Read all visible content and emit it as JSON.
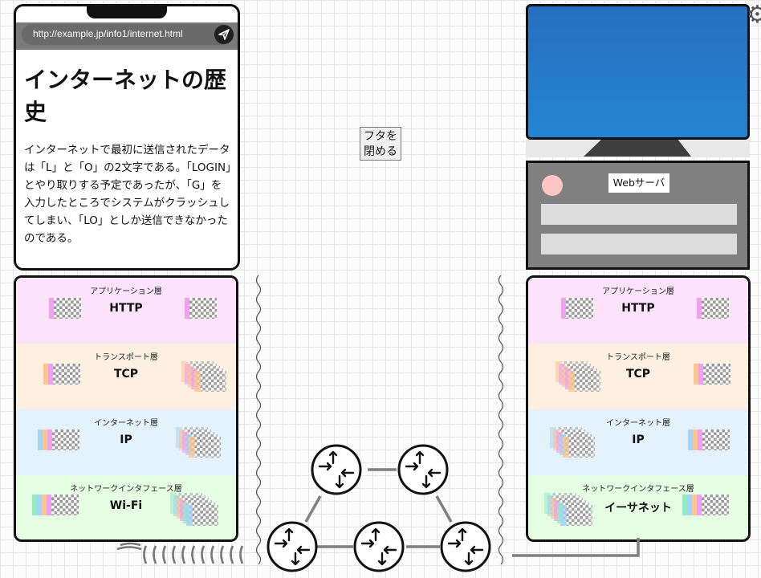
{
  "browser": {
    "url": "http://example.jp/info1/internet.html",
    "title": "インターネットの歴史",
    "body": "インターネットで最初に送信されたデータは「L」と「O」の2文字である。「LOGIN」とやり取りする予定であったが、「G」を入力したところでシステムがクラッシュしてしまい、「LO」としか送信できなかったのである。"
  },
  "lid_button": {
    "line1": "フタを",
    "line2": "閉める"
  },
  "client_stack": {
    "layers": [
      {
        "name": "アプリケーション層",
        "protocol": "HTTP"
      },
      {
        "name": "トランスポート層",
        "protocol": "TCP"
      },
      {
        "name": "インターネット層",
        "protocol": "IP"
      },
      {
        "name": "ネットワークインタフェース層",
        "protocol": "Wi-Fi"
      }
    ]
  },
  "server_stack": {
    "layers": [
      {
        "name": "アプリケーション層",
        "protocol": "HTTP"
      },
      {
        "name": "トランスポート層",
        "protocol": "TCP"
      },
      {
        "name": "インターネット層",
        "protocol": "IP"
      },
      {
        "name": "ネットワークインタフェース層",
        "protocol": "イーサネット"
      }
    ]
  },
  "server": {
    "label": "Webサーバ"
  },
  "colors": {
    "application": "#f0a0f2",
    "transport": "#fbc58e",
    "internet": "#a5d3f7",
    "network": "#93ecc1",
    "screen": "#2479c9"
  },
  "icons": {
    "send": "send-icon",
    "settings": "gear-icon",
    "router": "router-icon",
    "wifi": "wifi-waves-icon"
  }
}
